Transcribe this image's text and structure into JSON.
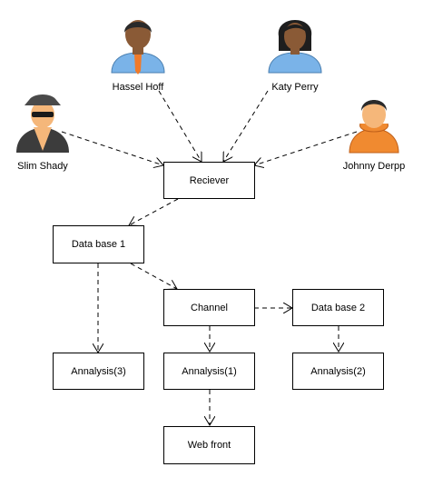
{
  "actors": [
    {
      "name": "Hassel Hoff",
      "icon": "male-user-icon",
      "skin": "#8a5a36",
      "hair": "#2a2a2a",
      "shirt": "#7ab3e8",
      "accent": "#f07a2a"
    },
    {
      "name": "Katy Perry",
      "icon": "female-user-icon",
      "skin": "#8a5a36",
      "hair": "#1e1e1e",
      "shirt": "#7ab3e8",
      "accent": "#7ab3e8"
    },
    {
      "name": "Slim Shady",
      "icon": "spy-user-icon",
      "skin": "#f5b77a",
      "hair": "#4a4a4a",
      "shirt": "#3c3c3c",
      "accent": "#1a1a1a"
    },
    {
      "name": "Johnny Derpp",
      "icon": "hoodie-user-icon",
      "skin": "#f5b77a",
      "hair": "#2a2a2a",
      "shirt": "#f08a30",
      "accent": "#f08a30"
    }
  ],
  "nodes": {
    "receiver": "Reciever",
    "database1": "Data base 1",
    "channel": "Channel",
    "database2": "Data base 2",
    "analysis3": "Annalysis(3)",
    "analysis1": "Annalysis(1)",
    "analysis2": "Annalysis(2)",
    "webfront": "Web front"
  },
  "colors": {
    "line": "#000000",
    "box_border": "#000000",
    "box_fill": "#ffffff"
  }
}
